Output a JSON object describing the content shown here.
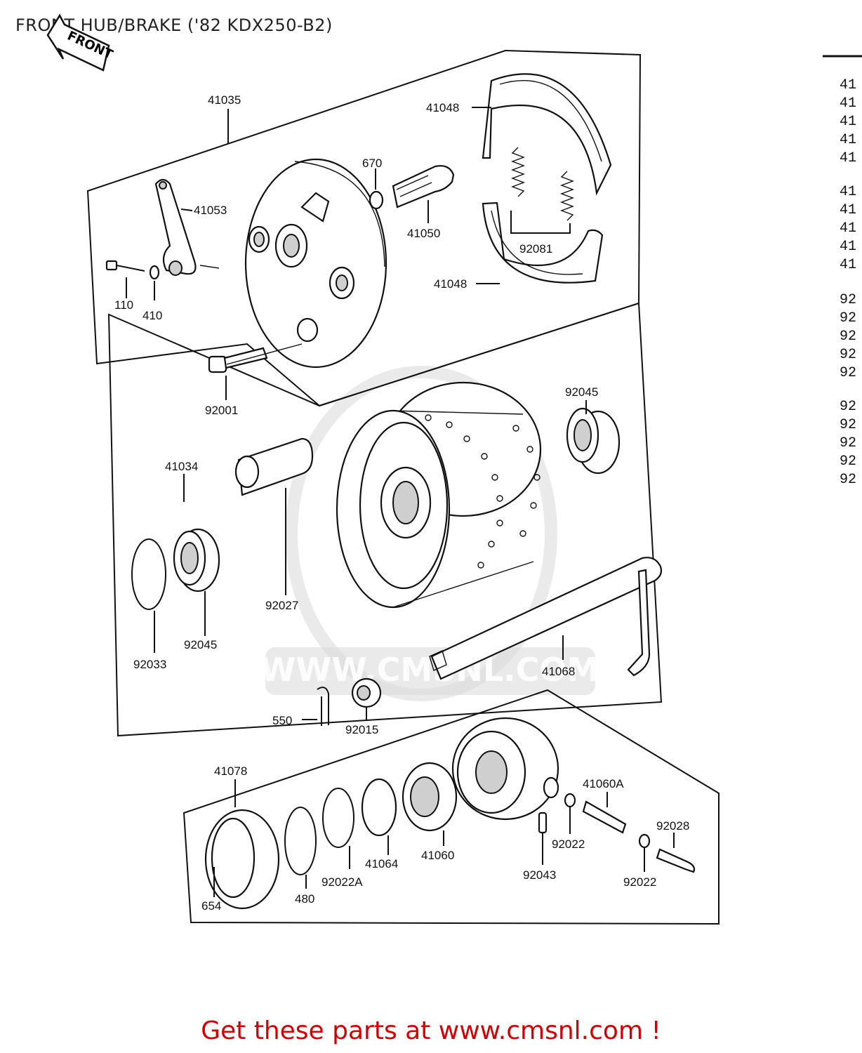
{
  "title": "FRONT HUB/BRAKE ('82 KDX250-B2)",
  "call_to_action": "Get these parts at www.cmsnl.com !",
  "accent_color": "#d40000",
  "front_arrow_label": "FRONT",
  "watermark_text": "WWW.CMSNL.COM",
  "part_labels": {
    "p41035": "41035",
    "p41048a": "41048",
    "p670": "670",
    "p41053": "41053",
    "p41050": "41050",
    "p92081": "92081",
    "p110": "110",
    "p410": "410",
    "p41048b": "41048",
    "p92001": "92001",
    "p92045a": "92045",
    "p41034": "41034",
    "p92027": "92027",
    "p92045b": "92045",
    "p92033": "92033",
    "p41068": "41068",
    "p550": "550",
    "p92015": "92015",
    "p41078": "41078",
    "p41060A": "41060A",
    "p92028": "92028",
    "p92022a": "92022",
    "p41064": "41064",
    "p41060": "41060",
    "p92043": "92043",
    "p92022b": "92022",
    "p92022A": "92022A",
    "p480": "480",
    "p654": "654"
  },
  "side_list": [
    "41",
    "41",
    "41",
    "41",
    "41",
    "41",
    "41",
    "41",
    "41",
    "41",
    "92",
    "92",
    "92",
    "92",
    "92",
    "92",
    "92",
    "92",
    "92",
    "92"
  ]
}
